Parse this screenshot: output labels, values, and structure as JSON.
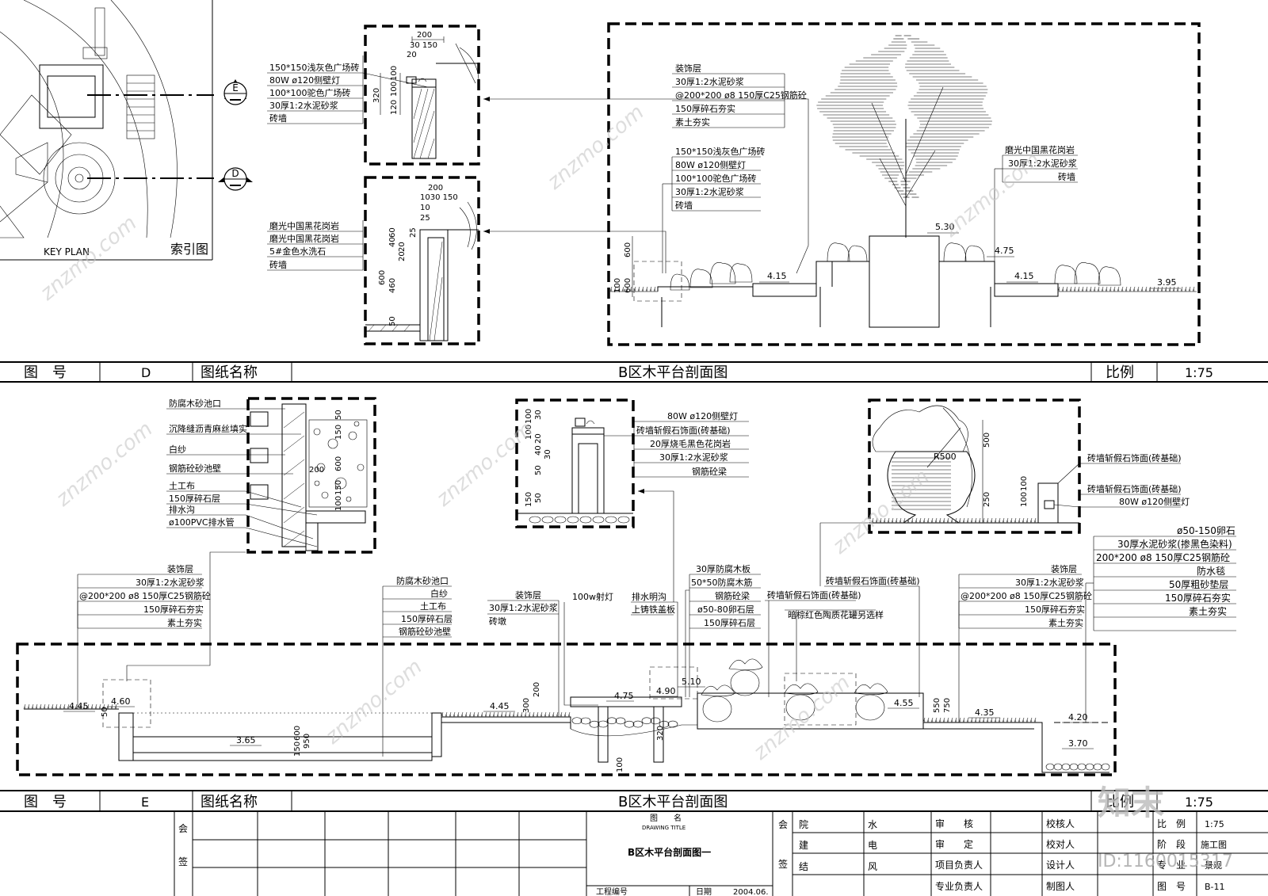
{
  "sheet": {
    "title_d": {
      "fig_label": "图　号",
      "fig_no": "D",
      "name_label": "图纸名称",
      "name": "B区木平台剖面图",
      "scale_label": "比例",
      "scale": "1:75"
    },
    "title_e": {
      "fig_label": "图　号",
      "fig_no": "E",
      "name_label": "图纸名称",
      "name": "B区木平台剖面图",
      "scale_label": "比例",
      "scale": "1:75"
    }
  },
  "key_plan": {
    "label_en": "KEY  PLAN",
    "label_cn": "索引图",
    "marker_e": "E",
    "marker_d": "D"
  },
  "detail_top1": {
    "dims": [
      "200",
      "30 150",
      "20",
      "320",
      "120",
      "100",
      "100"
    ],
    "notes": [
      "150*150浅灰色广场砖",
      "80W ø120侧壁灯",
      "100*100驼色广场砖",
      "30厚1:2水泥砂浆",
      "砖墙"
    ]
  },
  "detail_top2": {
    "dims": [
      "200",
      "1030 150",
      "10",
      "25",
      "25",
      "20",
      "60",
      "40",
      "600",
      "460",
      "50",
      "20"
    ],
    "notes": [
      "磨光中国黑花岗岩",
      "磨光中国黑花岗岩",
      "5#金色水洗石",
      "砖墙"
    ]
  },
  "section_d": {
    "notes_a": [
      "装饰层",
      "30厚1:2水泥砂浆",
      "@200*200 ø8  150厚C25钢筋砼",
      "150厚碎石夯实",
      "素土夯实"
    ],
    "notes_b": [
      "150*150浅灰色广场砖",
      "80W ø120侧壁灯",
      "100*100驼色广场砖",
      "30厚1:2水泥砂浆",
      "砖墙"
    ],
    "notes_c": [
      "磨光中国黑花岗岩",
      "30厚1:2水泥砂浆",
      "砖墙"
    ],
    "elevations": [
      "4.15",
      "5.30",
      "4.75",
      "4.15",
      "3.95"
    ],
    "dims": [
      "600",
      "600",
      "100"
    ]
  },
  "detail_pool": {
    "notes": [
      "防腐木砂池口",
      "沉降缝沥青麻丝填实",
      "白纱",
      "钢筋砼砂池壁",
      "土工布",
      "150厚碎石层",
      "排水沟",
      "ø100PVC排水管"
    ],
    "dims": [
      "50",
      "150",
      "200",
      "600",
      "100",
      "150"
    ]
  },
  "detail_wall": {
    "notes": [
      "80W ø120侧壁灯",
      "砖墙斩假石饰面(砖基础)",
      "20厚烧毛黑色花岗岩",
      "30厚1:2水泥砂浆",
      "钢筋砼梁"
    ],
    "dims": [
      "100",
      "100",
      "20",
      "50",
      "150",
      "50",
      "40",
      "30",
      "30"
    ]
  },
  "detail_pot": {
    "notes": [
      "砖墙斩假石饰面(砖基础)",
      "砖墙斩假石饰面(砖基础)",
      "80W ø120侧壁灯"
    ],
    "dims": [
      "500",
      "250",
      "100",
      "100"
    ],
    "radius": "R500"
  },
  "section_e": {
    "notes_left": [
      "装饰层",
      "30厚1:2水泥砂浆",
      "@200*200 ø8  150厚C25钢筋砼",
      "150厚碎石夯实",
      "素土夯实"
    ],
    "notes_pool": [
      "防腐木砂池口",
      "白纱",
      "土工布",
      "150厚碎石层",
      "钢筋砼砂池壁"
    ],
    "notes_mid": [
      "装饰层",
      "30厚1:2水泥砂浆",
      "砖墩"
    ],
    "note_light": "100w射灯",
    "notes_drain": [
      "排水明沟",
      "上铸铁盖板"
    ],
    "notes_deck": [
      "30厚防腐木板",
      "50*50防腐木筋",
      "钢筋砼梁",
      "ø50-80卵石层",
      "150厚碎石层"
    ],
    "note_wall": "砖墙斩假石饰面(砖基础)",
    "note_wall2": "砖墙斩假石饰面(砖基础)",
    "note_pot": "暗棕红色陶质花罐另选样",
    "notes_right": [
      "装饰层",
      "30厚1:2水泥砂浆",
      "@200*200 ø8  150厚C25钢筋砼",
      "150厚碎石夯实",
      "素土夯实"
    ],
    "notes_water": [
      "ø50-150卵石",
      "30厚水泥砂浆(掺黑色染料)",
      "200*200  ø8  150厚C25钢筋砼",
      "防水毯",
      "50厚粗砂垫层",
      "150厚碎石夯实",
      "素土夯实"
    ],
    "elevations": [
      "4.45",
      "4.60",
      "3.65",
      "4.45",
      "4.75",
      "4.90",
      "5.10",
      "4.55",
      "4.35",
      "4.20",
      "3.70"
    ],
    "dims": [
      "50",
      "150",
      "600",
      "950",
      "300",
      "200",
      "320",
      "100",
      "550",
      "750"
    ]
  },
  "title_block": {
    "hui": "会",
    "qian": "签",
    "drawing_title_cn": "图　　名",
    "drawing_title_en": "DRAWING TITLE",
    "drawing_name": "B区木平台剖面图一",
    "project_no_label": "工程编号",
    "date_label": "日期",
    "date": "2004.06.",
    "hui2": "会",
    "qian2": "签",
    "col1": [
      "院",
      "建",
      "结"
    ],
    "col2": [
      "水",
      "电",
      "风"
    ],
    "roles_a": [
      "审　　核",
      "审　　定",
      "项目负责人",
      "专业负责人"
    ],
    "roles_b": [
      "校核人",
      "校对人",
      "设计人",
      "制图人"
    ],
    "fields_c": [
      "比　例",
      "阶　段",
      "专　业",
      "图　号"
    ],
    "values_c": [
      "1:75",
      "施工图",
      "景观",
      "B-11"
    ]
  },
  "watermark": {
    "brand": "知末",
    "id": "ID:1160015317",
    "site": "znzmo.com"
  }
}
